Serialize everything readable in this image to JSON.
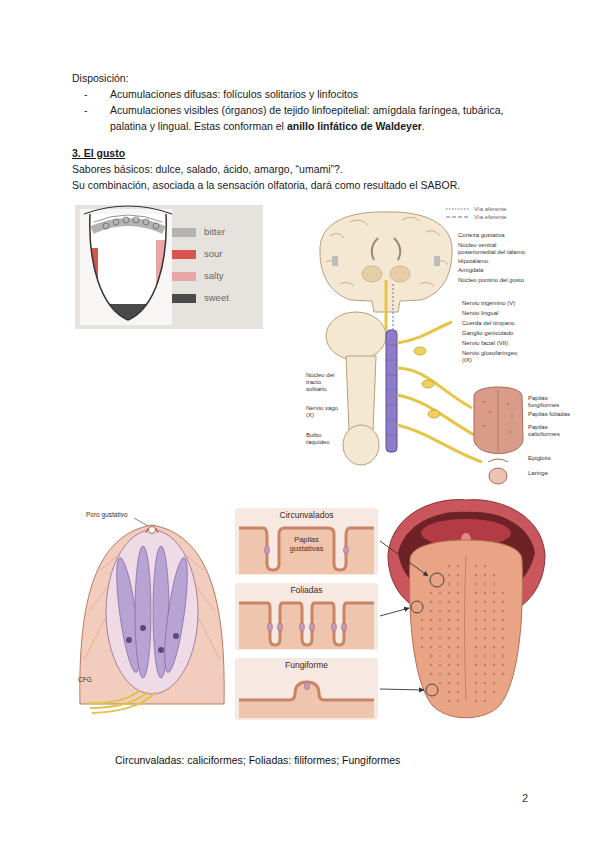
{
  "diagram": {
    "title": "3. El gusto",
    "caption": "Circunvaladas: caliciformes; Foliadas: filiformes; Fungiformes",
    "nodes": [
      {
        "text": [
          "Circunvalados",
          "Papilas gustativas"
        ]
      },
      {
        "text": [
          "Foliadas"
        ]
      },
      {
        "text": [
          "Fungiforme"
        ]
      }
    ],
    "labels": [
      "Disposición:",
      "-",
      "Acumulaciones difusas: folículos solitarios y linfocitos",
      "-",
      "Acumulaciones visibles (órganos) de tejido linfoepitelial: amígdala faríngea, tubárica, palatina y lingual. Estas conforman el",
      "anillo linfático de Waldeyer",
      ".",
      "Sabores básicos: dulce, salado, ácido, amargo, “umami”?.",
      "Su combinación, asociada a la sensación olfatoria, dará como resultado el SABOR.",
      "Corteza gustativa",
      "Núcleo ventral posteromedial del tálamo",
      "Hipotálamo",
      "Amígdala",
      "Núcleo pontino del gusto",
      "Nervio trigémino (V)",
      "Nervio lingual",
      "Cuerda del tímpano",
      "Ganglio geniculado",
      "Nervio facial (VII)",
      "Nervio glosofaríngeo (IX)",
      "Núcleo del tracto solitario",
      "Nervio vago (X)",
      "Bulbo raquídeo",
      "Papilas fungiformes",
      "Papilas foliadas",
      "Papilas caliciformes",
      "Epiglotis",
      "Laringe",
      "Poro gustativo",
      "CFG",
      "2"
    ],
    "legend": [
      {
        "text": "bitter",
        "color": "#b3b3b3"
      },
      {
        "text": "sour",
        "color": "#d9534f"
      },
      {
        "text": "salty",
        "color": "#e9a6a6"
      },
      {
        "text": "sweet",
        "color": "#4a4a4a"
      },
      {
        "text": "Vía aferente"
      },
      {
        "text": "Vía eferente"
      }
    ]
  }
}
